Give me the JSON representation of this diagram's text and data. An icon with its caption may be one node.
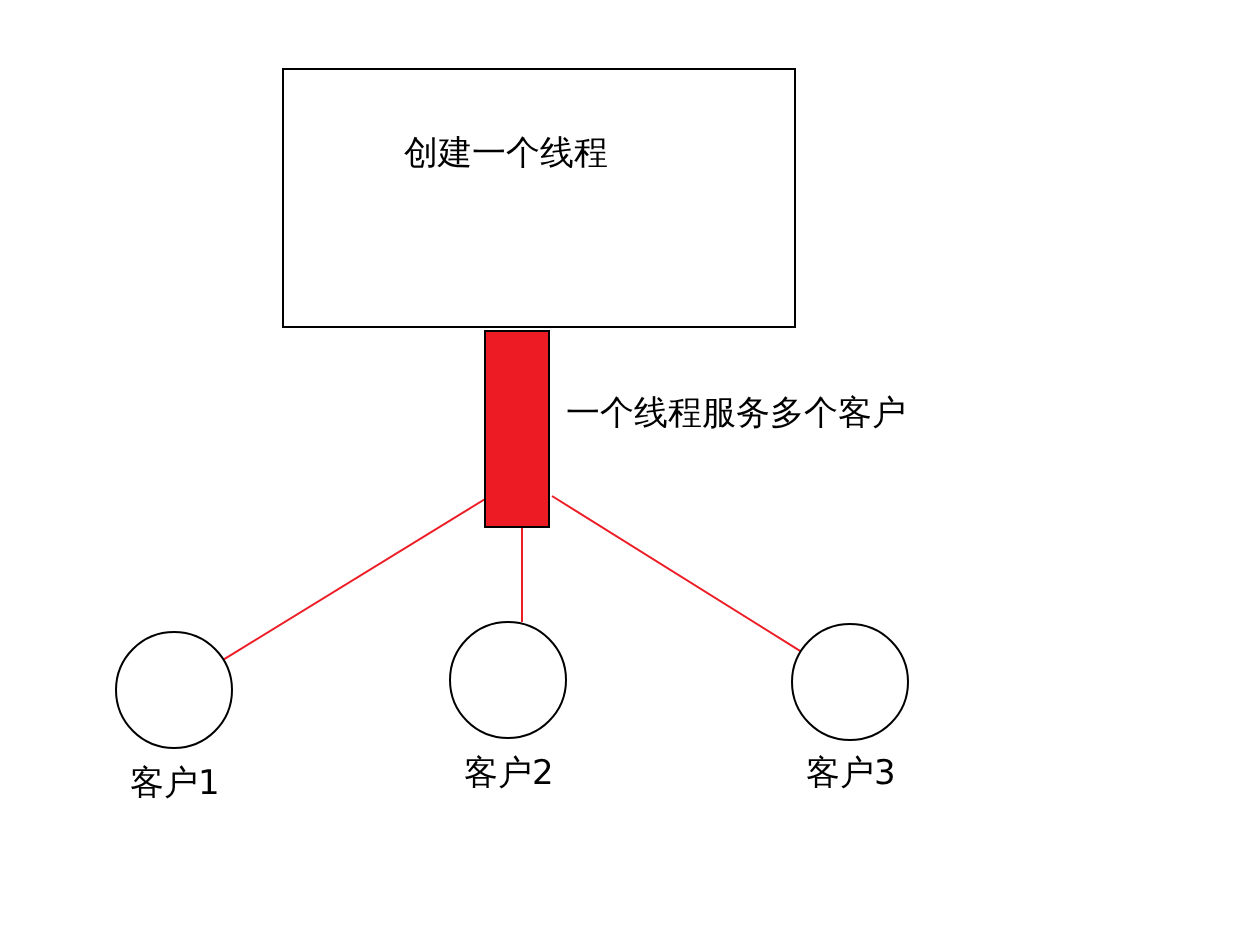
{
  "diagram": {
    "nodes": [
      {
        "text": [
          "创建一个线程"
        ]
      },
      {
        "text": [],
        "shape": "bar",
        "beside": [
          "一个线程服务多个客户"
        ]
      },
      {
        "text": [
          "客户1"
        ]
      },
      {
        "text": [
          "客户2"
        ]
      },
      {
        "text": [
          "客户3"
        ]
      }
    ],
    "edges": [
      {
        "from": 1,
        "to": 2,
        "arrow": "none"
      },
      {
        "from": 1,
        "to": 3,
        "arrow": "none"
      },
      {
        "from": 1,
        "to": 4,
        "arrow": "none"
      }
    ]
  }
}
